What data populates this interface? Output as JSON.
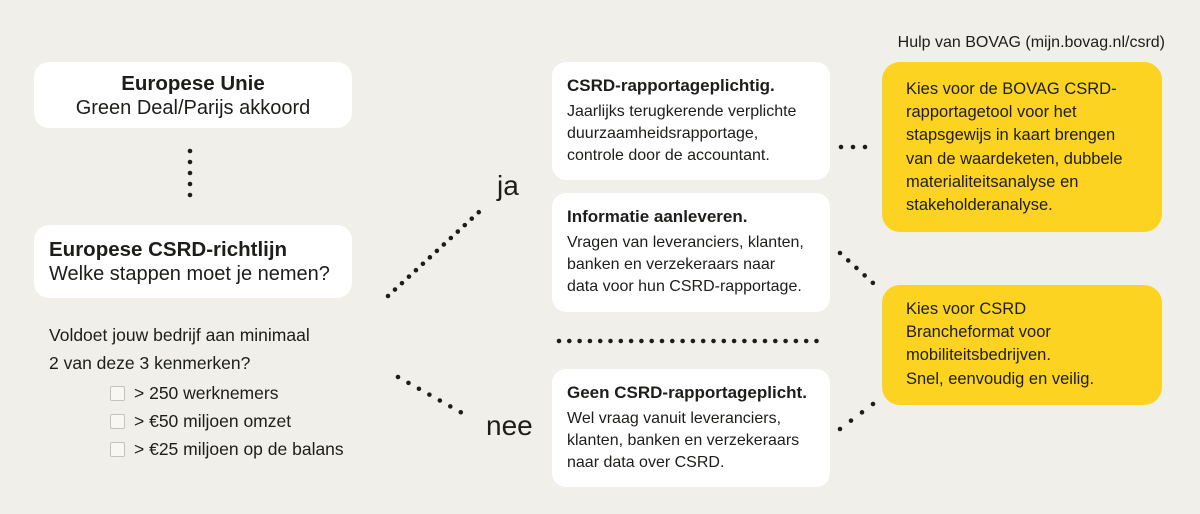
{
  "colors": {
    "background": "#f0efe9",
    "card_white": "#ffffff",
    "accent_yellow": "#fcd320",
    "text": "#1d1d1b"
  },
  "header": {
    "help_label": "Hulp van BOVAG (mijn.bovag.nl/csrd)"
  },
  "left_column": {
    "eu_box": {
      "title": "Europese Unie",
      "subtitle": "Green Deal/Parijs akkoord"
    },
    "csrd_box": {
      "title": "Europese CSRD-richtlijn",
      "subtitle": "Welke stappen moet je nemen?"
    },
    "question": "Voldoet jouw bedrijf aan minimaal\n2 van deze 3 kenmerken?",
    "criteria": [
      {
        "label": "> 250 werknemers",
        "checked": false
      },
      {
        "label": "> €50 miljoen omzet",
        "checked": false
      },
      {
        "label": "> €25 miljoen op de balans",
        "checked": false
      }
    ]
  },
  "branches": {
    "yes_label": "ja",
    "no_label": "nee"
  },
  "middle_column": {
    "obliged_box": {
      "title": "CSRD-rapportageplichtig.",
      "body": "Jaarlijks terugkerende verplichte\nduurzaamheidsrapportage,\ncontrole door de accountant."
    },
    "info_box": {
      "title": "Informatie aanleveren.",
      "body": "Vragen van leveranciers, klanten,\nbanken en verzekeraars naar\ndata voor hun CSRD-rapportage."
    },
    "not_obliged_box": {
      "title": "Geen CSRD-rapportageplicht.",
      "body": "Wel vraag vanuit leveranciers,\nklanten, banken en verzekeraars\nnaar data over CSRD."
    }
  },
  "right_column": {
    "tool_box": {
      "body": "Kies voor de BOVAG CSRD-\nrapportagetool voor het\nstapsgewijs in kaart brengen\nvan de waardeketen, dubbele\nmaterialiteitsanalyse en\nstakeholderanalyse."
    },
    "format_box": {
      "body": "Kies voor CSRD\nBrancheformat voor\nmobiliteitsbedrijven.\nSnel, eenvoudig en veilig."
    }
  }
}
